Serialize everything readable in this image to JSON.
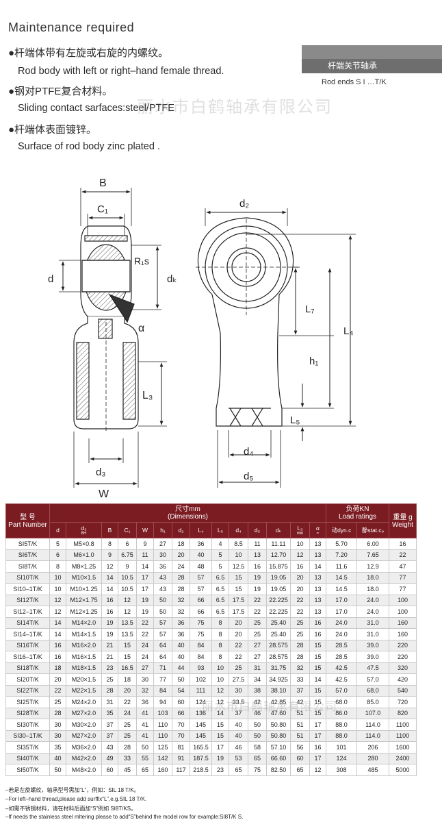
{
  "header": {
    "title": "Maintenance required",
    "features": [
      {
        "zh": "●杆端体带有左旋或右旋的内螺纹。",
        "en": "Rod body with left  or  right–hand female thread."
      },
      {
        "zh": "●钢对PTFE复合材料。",
        "en": "Sliding contact sarfaces:steel/PTFE"
      },
      {
        "zh": "●杆端体表面镀锌。",
        "en": "Surface of rod body zinc plated ."
      }
    ],
    "badge_zh": "杆端关节轴承",
    "badge_en": "Rod ends S I …T/K",
    "watermark": "丽水市白鹤轴承有限公司"
  },
  "drawing_labels": {
    "B": "B",
    "C1": "C₁",
    "R1s": "R₁s",
    "d": "d",
    "dk": "dₖ",
    "alpha": "α",
    "L3": "L₃",
    "d3": "d₃",
    "W": "W",
    "d2": "d₂",
    "L7": "L₇",
    "L4": "L₄",
    "h1": "h₁",
    "L5": "L₅",
    "d4": "d₄",
    "d5": "d₅"
  },
  "table": {
    "h_model_zh": "型  号",
    "h_model_en": "Part Number",
    "h_dim_zh": "尺寸mm",
    "h_dim_en": "(Dimensions)",
    "h_load_zh": "负荷KN",
    "h_load_en": "Load ratings",
    "h_weight_zh": "重量 g",
    "h_weight_en": "Weight",
    "columns": [
      "d",
      "d₃",
      "B",
      "C₁",
      "W",
      "h₁",
      "d₂",
      "L₄",
      "L₅",
      "d₄",
      "d₅",
      "dₖ",
      "L₃",
      "α",
      "动dyn.c",
      "静stat.c₀"
    ],
    "col_sub": {
      "d3": "6H",
      "L3": "min",
      "alpha": "≈"
    },
    "rows": [
      [
        "SI5T/K",
        "5",
        "M5×0.8",
        "8",
        "6",
        "9",
        "27",
        "18",
        "36",
        "4",
        "8.5",
        "11",
        "11.11",
        "10",
        "13",
        "5.70",
        "6.00",
        "16"
      ],
      [
        "SI6T/K",
        "6",
        "M6×1.0",
        "9",
        "6.75",
        "11",
        "30",
        "20",
        "40",
        "5",
        "10",
        "13",
        "12.70",
        "12",
        "13",
        "7.20",
        "7.65",
        "22"
      ],
      [
        "SI8T/K",
        "8",
        "M8×1.25",
        "12",
        "9",
        "14",
        "36",
        "24",
        "48",
        "5",
        "12.5",
        "16",
        "15.875",
        "16",
        "14",
        "11.6",
        "12.9",
        "47"
      ],
      [
        "SI10T/K",
        "10",
        "M10×1.5",
        "14",
        "10.5",
        "17",
        "43",
        "28",
        "57",
        "6.5",
        "15",
        "19",
        "19.05",
        "20",
        "13",
        "14.5",
        "18.0",
        "77"
      ],
      [
        "SI10–1T/K",
        "10",
        "M10×1.25",
        "14",
        "10.5",
        "17",
        "43",
        "28",
        "57",
        "6.5",
        "15",
        "19",
        "19.05",
        "20",
        "13",
        "14.5",
        "18.0",
        "77"
      ],
      [
        "SI12T/K",
        "12",
        "M12×1.75",
        "16",
        "12",
        "19",
        "50",
        "32",
        "66",
        "6.5",
        "17.5",
        "22",
        "22.225",
        "22",
        "13",
        "17.0",
        "24.0",
        "100"
      ],
      [
        "SI12–1T/K",
        "12",
        "M12×1.25",
        "16",
        "12",
        "19",
        "50",
        "32",
        "66",
        "6.5",
        "17.5",
        "22",
        "22.225",
        "22",
        "13",
        "17.0",
        "24.0",
        "100"
      ],
      [
        "SI14T/K",
        "14",
        "M14×2.0",
        "19",
        "13.5",
        "22",
        "57",
        "36",
        "75",
        "8",
        "20",
        "25",
        "25.40",
        "25",
        "16",
        "24.0",
        "31.0",
        "160"
      ],
      [
        "SI14–1T/K",
        "14",
        "M14×1.5",
        "19",
        "13.5",
        "22",
        "57",
        "36",
        "75",
        "8",
        "20",
        "25",
        "25.40",
        "25",
        "16",
        "24.0",
        "31.0",
        "160"
      ],
      [
        "SI16T/K",
        "16",
        "M16×2.0",
        "21",
        "15",
        "24",
        "64",
        "40",
        "84",
        "8",
        "22",
        "27",
        "28.575",
        "28",
        "15",
        "28.5",
        "39.0",
        "220"
      ],
      [
        "SI16–1T/K",
        "16",
        "M16×1.5",
        "21",
        "15",
        "24",
        "64",
        "40",
        "84",
        "8",
        "22",
        "27",
        "28.575",
        "28",
        "15",
        "28.5",
        "39.0",
        "220"
      ],
      [
        "SI18T/K",
        "18",
        "M18×1.5",
        "23",
        "16.5",
        "27",
        "71",
        "44",
        "93",
        "10",
        "25",
        "31",
        "31.75",
        "32",
        "15",
        "42.5",
        "47.5",
        "320"
      ],
      [
        "SI20T/K",
        "20",
        "M20×1.5",
        "25",
        "18",
        "30",
        "77",
        "50",
        "102",
        "10",
        "27.5",
        "34",
        "34.925",
        "33",
        "14",
        "42.5",
        "57.0",
        "420"
      ],
      [
        "SI22T/K",
        "22",
        "M22×1.5",
        "28",
        "20",
        "32",
        "84",
        "54",
        "111",
        "12",
        "30",
        "38",
        "38.10",
        "37",
        "15",
        "57.0",
        "68.0",
        "540"
      ],
      [
        "SI25T/K",
        "25",
        "M24×2.0",
        "31",
        "22",
        "36",
        "94",
        "60",
        "124",
        "12",
        "33.5",
        "42",
        "42.85",
        "42",
        "15",
        "68.0",
        "85.0",
        "720"
      ],
      [
        "SI28T/K",
        "28",
        "M27×2.0",
        "35",
        "24",
        "41",
        "103",
        "66",
        "136",
        "14",
        "37",
        "46",
        "47.60",
        "51",
        "15",
        "86.0",
        "107.0",
        "820"
      ],
      [
        "SI30T/K",
        "30",
        "M30×2.0",
        "37",
        "25",
        "41",
        "110",
        "70",
        "145",
        "15",
        "40",
        "50",
        "50.80",
        "51",
        "17",
        "88.0",
        "114.0",
        "1100"
      ],
      [
        "SI30–1T/K",
        "30",
        "M27×2.0",
        "37",
        "25",
        "41",
        "110",
        "70",
        "145",
        "15",
        "40",
        "50",
        "50.80",
        "51",
        "17",
        "88.0",
        "114.0",
        "1100"
      ],
      [
        "SI35T/K",
        "35",
        "M36×2.0",
        "43",
        "28",
        "50",
        "125",
        "81",
        "165.5",
        "17",
        "46",
        "58",
        "57.10",
        "56",
        "16",
        "101",
        "206",
        "1600"
      ],
      [
        "SI40T/K",
        "40",
        "M42×2.0",
        "49",
        "33",
        "55",
        "142",
        "91",
        "187.5",
        "19",
        "53",
        "65",
        "66.60",
        "60",
        "17",
        "124",
        "280",
        "2400"
      ],
      [
        "SI50T/K",
        "50",
        "M48×2.0",
        "60",
        "45",
        "65",
        "160",
        "117",
        "218.5",
        "23",
        "65",
        "75",
        "82.50",
        "65",
        "12",
        "308",
        "485",
        "5000"
      ]
    ]
  },
  "footnotes": [
    "–若是左旋螺纹，轴承型号需加“L”，例如：SIL 18 T/K。",
    "–For left–hand thread,please add surffix“L”,e.g.SIL 18 T/K.",
    "–如需不锈钢材料，请在材料后面加“S”例如 SI8T/KS。",
    "–If needs the stainless steel mltering please to add“S”behind the model row for example:SI8T/K S."
  ]
}
